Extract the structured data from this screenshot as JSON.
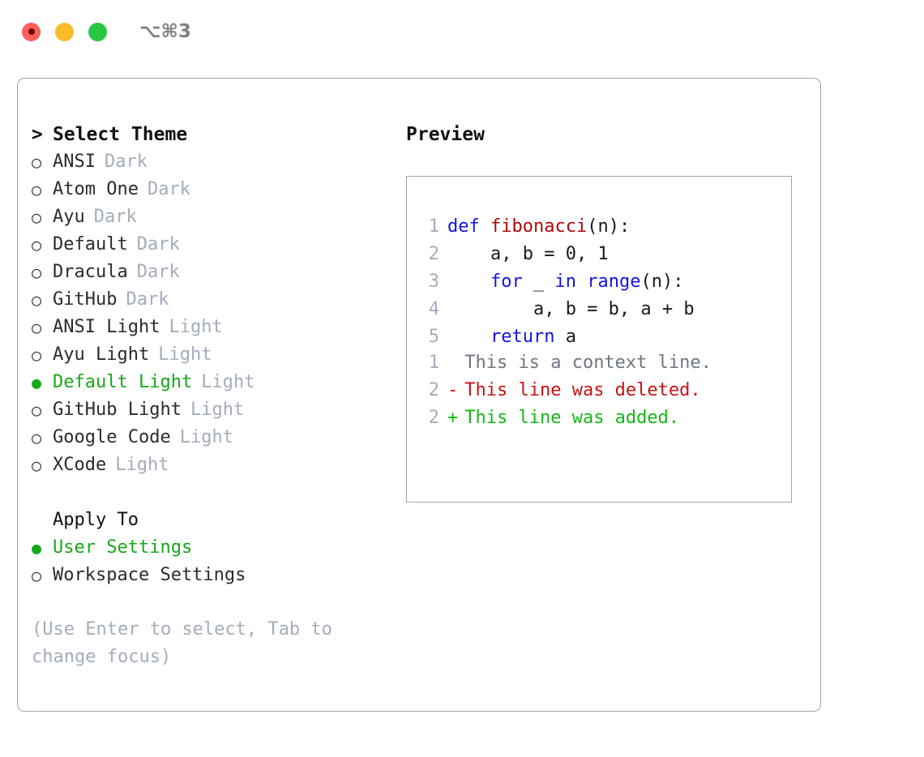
{
  "window": {
    "title": "⌥⌘3",
    "traffic_lights": [
      {
        "name": "close",
        "color": "#fb5f57"
      },
      {
        "name": "minimize",
        "color": "#fdbc2e"
      },
      {
        "name": "maximize",
        "color": "#28c840"
      }
    ]
  },
  "colors": {
    "accent_green": "#17a81a",
    "muted": "#a3adbb",
    "border": "#9aa5b1",
    "keyword_blue": "#1414e0",
    "function_red": "#b00808",
    "diff_add": "#15b815",
    "diff_del": "#cc1111"
  },
  "theme_picker": {
    "heading": "Select Theme",
    "heading_marker": ">",
    "bullet_selected": "●",
    "bullet_unselected": "○",
    "items": [
      {
        "name": "ANSI",
        "variant": "Dark",
        "selected": false
      },
      {
        "name": "Atom One",
        "variant": "Dark",
        "selected": false
      },
      {
        "name": "Ayu",
        "variant": "Dark",
        "selected": false
      },
      {
        "name": "Default",
        "variant": "Dark",
        "selected": false
      },
      {
        "name": "Dracula",
        "variant": "Dark",
        "selected": false
      },
      {
        "name": "GitHub",
        "variant": "Dark",
        "selected": false
      },
      {
        "name": "ANSI Light",
        "variant": "Light",
        "selected": false
      },
      {
        "name": "Ayu Light",
        "variant": "Light",
        "selected": false
      },
      {
        "name": "Default Light",
        "variant": "Light",
        "selected": true
      },
      {
        "name": "GitHub Light",
        "variant": "Light",
        "selected": false
      },
      {
        "name": "Google Code",
        "variant": "Light",
        "selected": false
      },
      {
        "name": "XCode",
        "variant": "Light",
        "selected": false
      }
    ]
  },
  "apply_to": {
    "heading": "Apply To",
    "items": [
      {
        "name": "User Settings",
        "selected": true
      },
      {
        "name": "Workspace Settings",
        "selected": false
      }
    ]
  },
  "hint": "(Use Enter to select, Tab to change focus)",
  "preview": {
    "title": "Preview",
    "code": [
      {
        "lineno": "1",
        "tokens": [
          {
            "t": "def ",
            "k": "kw"
          },
          {
            "t": "fibonacci",
            "k": "fn"
          },
          {
            "t": "(n):",
            "k": "pl"
          }
        ]
      },
      {
        "lineno": "2",
        "tokens": [
          {
            "t": "    a, b = 0, 1",
            "k": "pl"
          }
        ]
      },
      {
        "lineno": "3",
        "tokens": [
          {
            "t": "    ",
            "k": "pl"
          },
          {
            "t": "for",
            "k": "kw"
          },
          {
            "t": " _ ",
            "k": "pl"
          },
          {
            "t": "in",
            "k": "kw"
          },
          {
            "t": " ",
            "k": "pl"
          },
          {
            "t": "range",
            "k": "kw"
          },
          {
            "t": "(n):",
            "k": "pl"
          }
        ]
      },
      {
        "lineno": "4",
        "tokens": [
          {
            "t": "        a, b = b, a + b",
            "k": "pl"
          }
        ]
      },
      {
        "lineno": "5",
        "tokens": [
          {
            "t": "    ",
            "k": "pl"
          },
          {
            "t": "return",
            "k": "kw"
          },
          {
            "t": " a",
            "k": "pl"
          }
        ]
      }
    ],
    "diff": [
      {
        "lineno": "1",
        "marker": " ",
        "text": "This is a context line.",
        "kind": "ctx"
      },
      {
        "lineno": "2",
        "marker": "-",
        "text": "This line was deleted.",
        "kind": "del"
      },
      {
        "lineno": "2",
        "marker": "+",
        "text": "This line was added.",
        "kind": "add"
      }
    ]
  }
}
